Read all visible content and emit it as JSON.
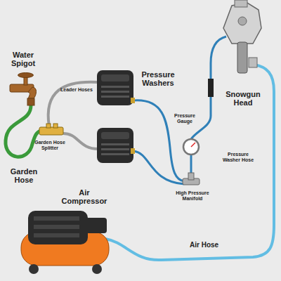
{
  "diagram": {
    "labels": [
      "Water Spigot",
      "Leader Hoses",
      "Pressure Washers",
      "Snowgun Head",
      "Garden Hose Splitter",
      "Pressure Gauge",
      "Pressure Washer Hose",
      "Garden Hose",
      "High Pressure Manifold",
      "Air Compressor",
      "Air Hose"
    ]
  }
}
